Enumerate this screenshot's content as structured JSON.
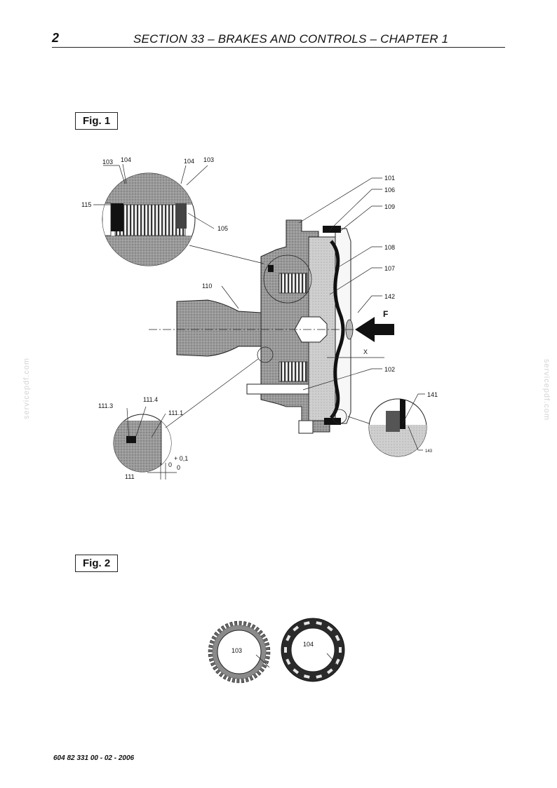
{
  "header": {
    "page_number": "2",
    "title": "SECTION 33 – BRAKES AND CONTROLS – CHAPTER 1"
  },
  "figures": {
    "fig1_label": "Fig. 1",
    "fig2_label": "Fig. 2"
  },
  "fig1_callouts": {
    "c103a": "103",
    "c104a": "104",
    "c104b": "104",
    "c103b": "103",
    "c115": "115",
    "c105": "105",
    "c101": "101",
    "c106": "106",
    "c109": "109",
    "c108": "108",
    "c107": "107",
    "c142": "142",
    "c110": "110",
    "cF": "F",
    "cX": "X",
    "c102": "102",
    "c141": "141",
    "c143": "143",
    "c111_3": "111.3",
    "c111_4": "111.4",
    "c111_1": "111.1",
    "c111": "111",
    "tol_zero": "0",
    "tol_plus": "+ 0,1",
    "tol_sub": "0"
  },
  "fig2_callouts": {
    "disc_103": "103",
    "disc_104": "104"
  },
  "footer": {
    "code": "604 82 331 00 - 02 - 2006"
  },
  "watermark": {
    "text": "servicepdf.com"
  }
}
